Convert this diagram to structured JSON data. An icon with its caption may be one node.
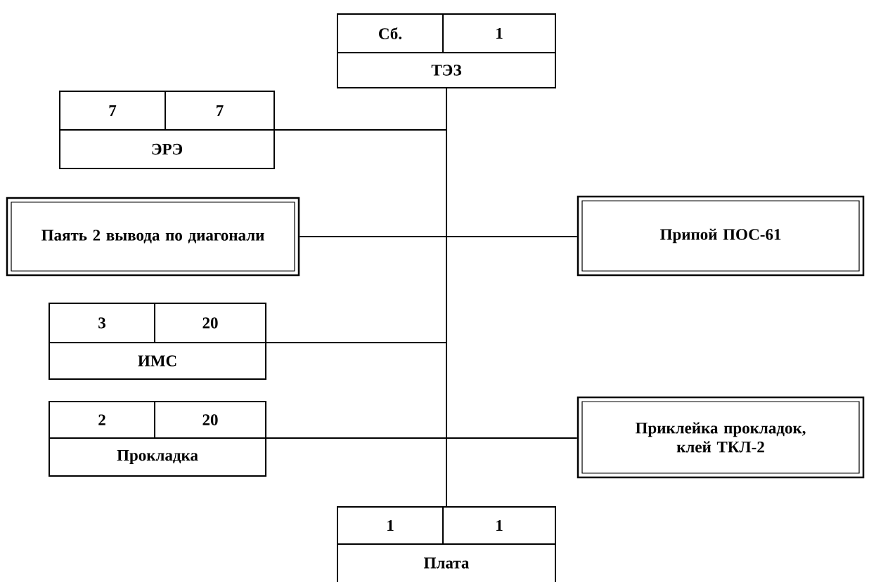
{
  "diagram": {
    "nodes": [
      {
        "text": [
          "Сб.",
          "1",
          "ТЭЗ"
        ]
      },
      {
        "text": [
          "7",
          "7",
          "ЭРЭ"
        ]
      },
      {
        "text": [
          "Паять 2 вывода по диагонали"
        ]
      },
      {
        "text": [
          "Припой ПОС-61"
        ]
      },
      {
        "text": [
          "3",
          "20",
          "ИМС"
        ]
      },
      {
        "text": [
          "2",
          "20",
          "Прокладка"
        ]
      },
      {
        "text": [
          "Приклейка прокладок, клей ТКЛ-2"
        ]
      },
      {
        "text": [
          "1",
          "1",
          "Плата"
        ]
      }
    ],
    "edges": [
      {
        "from": 1,
        "to": 0,
        "arrow": "none"
      },
      {
        "from": 2,
        "to": 3,
        "arrow": "none"
      },
      {
        "from": 4,
        "to": 0,
        "arrow": "none"
      },
      {
        "from": 5,
        "to": 6,
        "arrow": "none"
      },
      {
        "from": 5,
        "to": 0,
        "arrow": "none"
      },
      {
        "from": 7,
        "to": 0,
        "arrow": "none"
      }
    ]
  }
}
